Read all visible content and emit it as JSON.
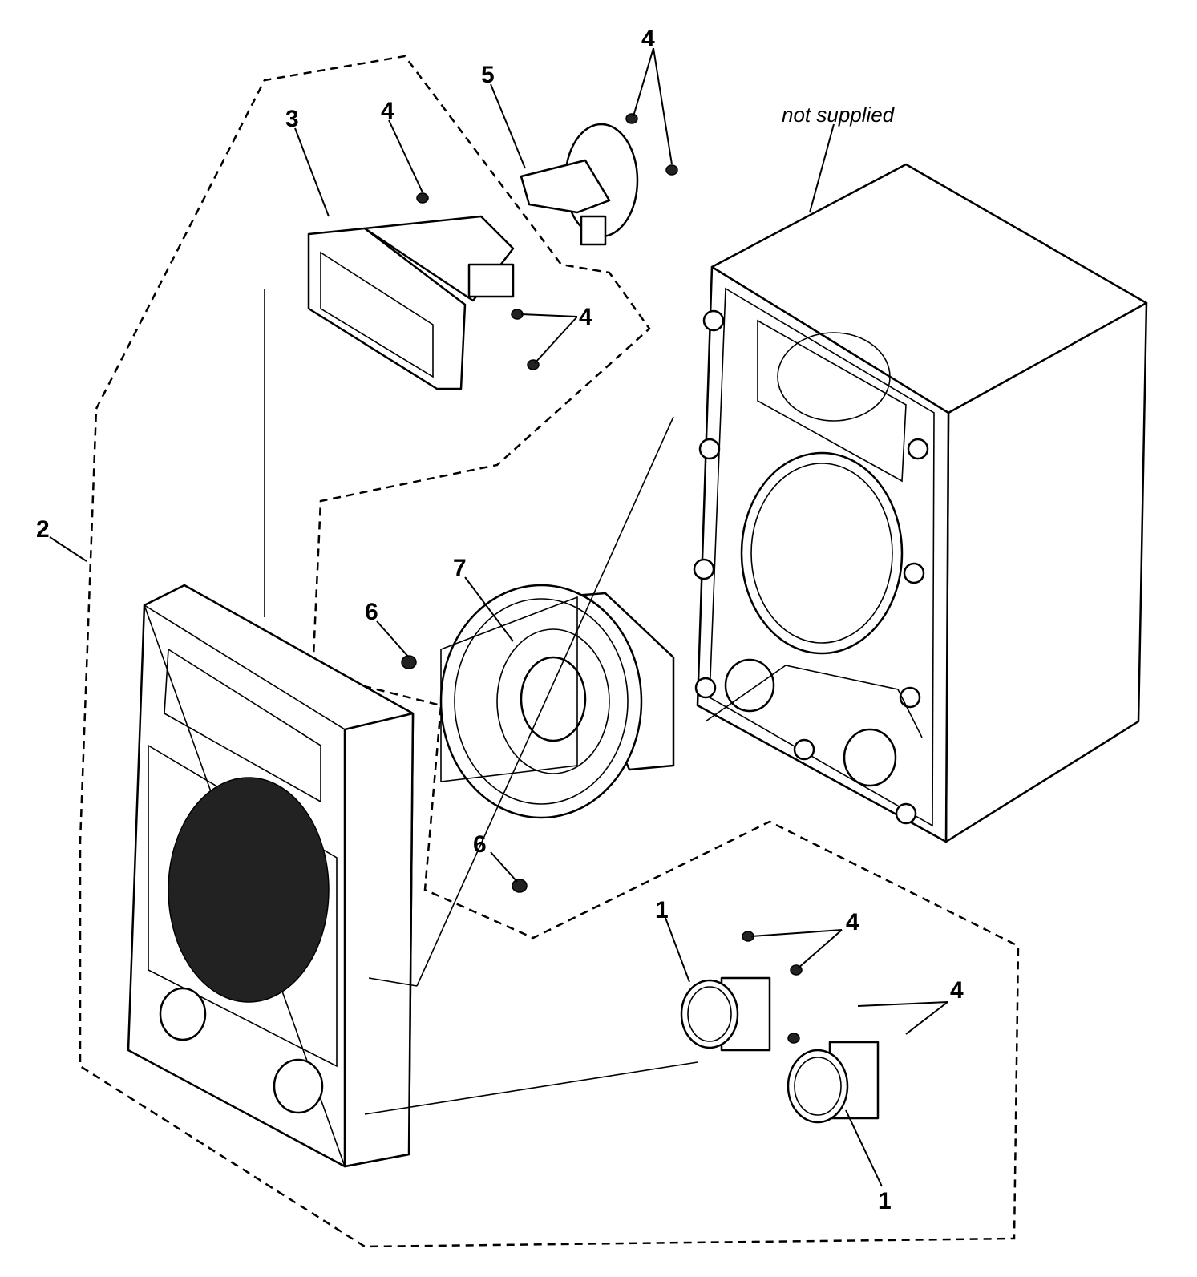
{
  "callouts": {
    "c1a": "1",
    "c1b": "1",
    "c2": "2",
    "c3": "3",
    "c4a": "4",
    "c4b": "4",
    "c4c": "4",
    "c4d": "4",
    "c4e": "4",
    "c5": "5",
    "c6a": "6",
    "c6b": "6",
    "c7": "7"
  },
  "notes": {
    "not_supplied": "not supplied"
  }
}
